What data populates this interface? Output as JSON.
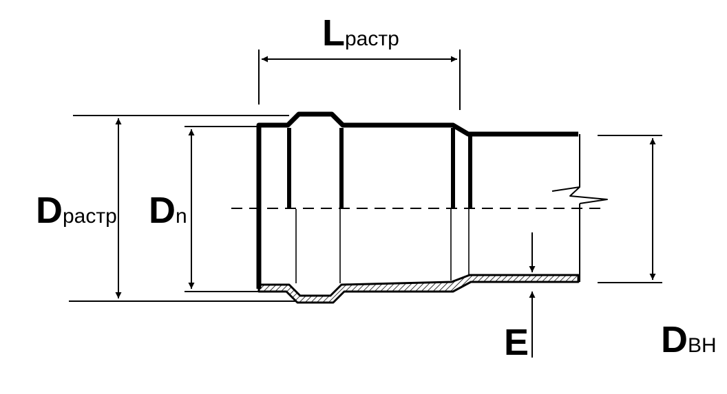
{
  "labels": {
    "l_socket": {
      "main": "L",
      "sub": "раcтр"
    },
    "d_socket": {
      "main": "D",
      "sub": "раcтр"
    },
    "d_n": {
      "main": "D",
      "sub": "n"
    },
    "e": {
      "main": "E"
    },
    "d_inner": {
      "main": "D",
      "sub": "ВН"
    }
  },
  "colors": {
    "line": "#000000",
    "hatch": "#000000",
    "background": "#ffffff"
  }
}
